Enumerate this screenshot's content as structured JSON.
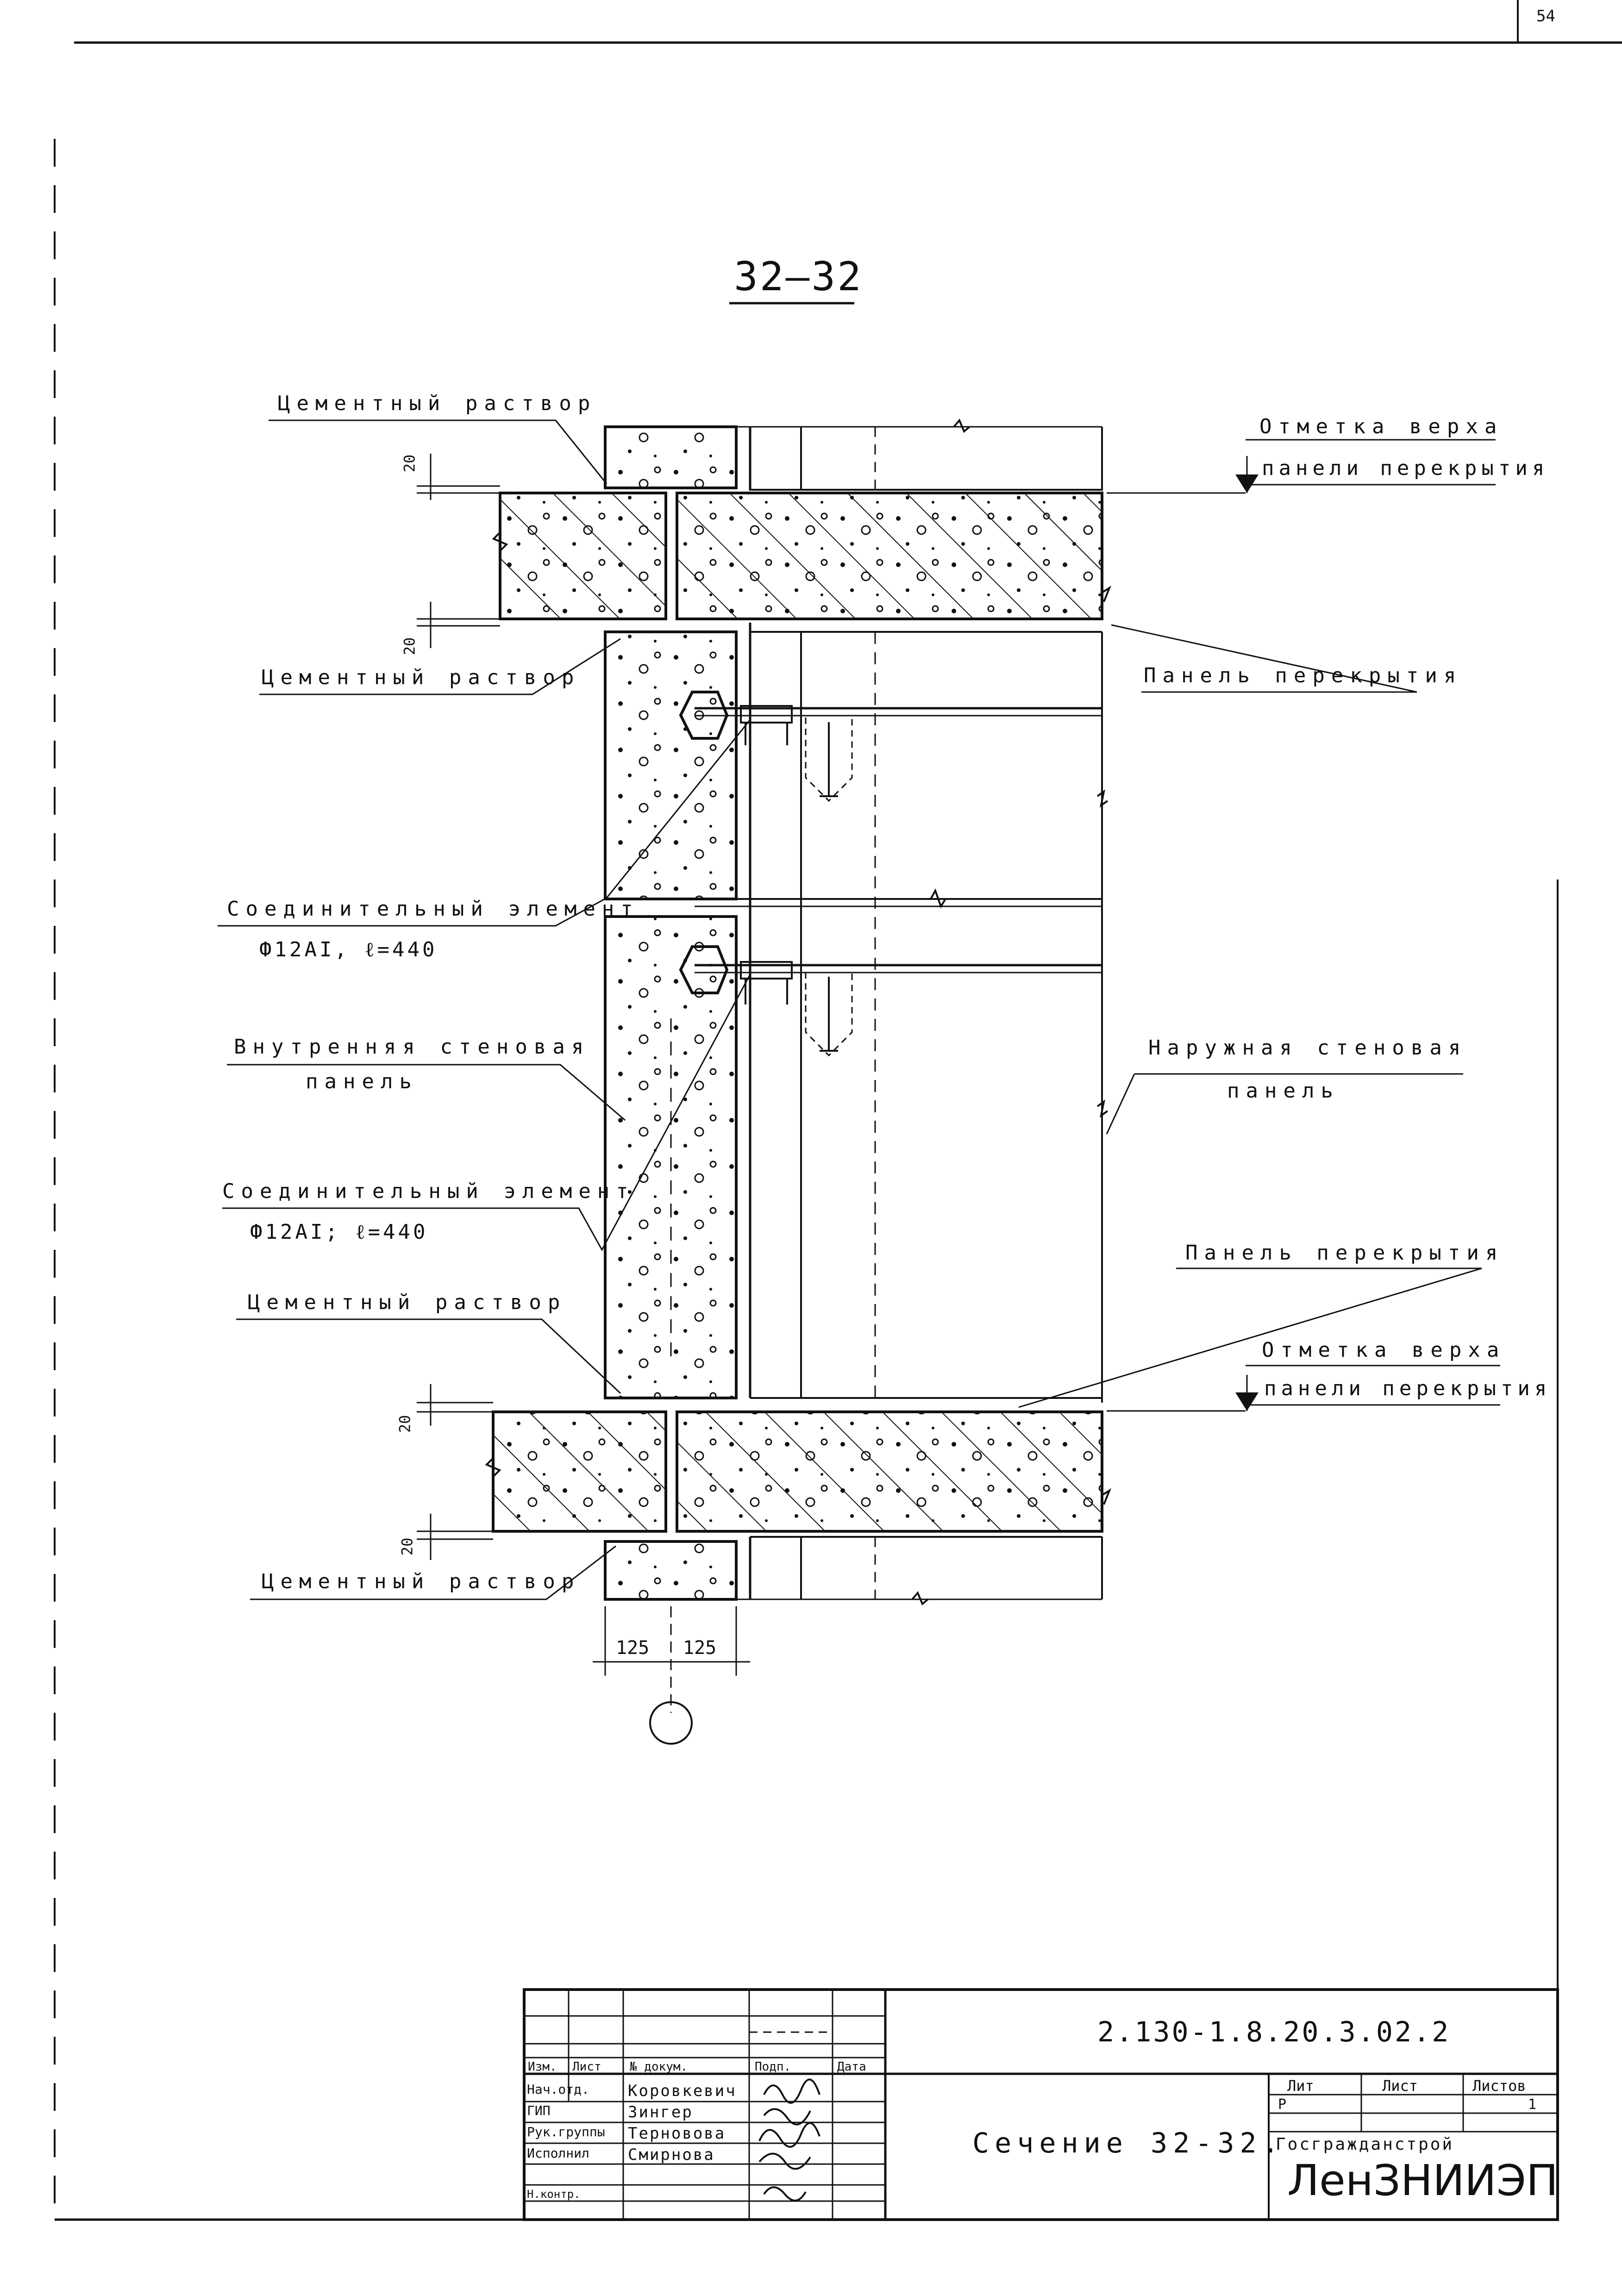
{
  "page_number": "54",
  "section_title": "32–32",
  "labels": {
    "cement_1": "Цементный раствор",
    "cement_2": "Цементный раствор",
    "cement_3": "Цементный раствор",
    "cement_4": "Цементный раствор",
    "connector_1": "Соединительный элемент",
    "connector_1_spec": "Ф12АI, ℓ=440",
    "connector_2": "Соединительный элемент",
    "connector_2_spec": "Ф12АI; ℓ=440",
    "inner_panel_1": "Внутренняя стеновая",
    "inner_panel_2": "панель",
    "outer_panel_1": "Наружная стеновая",
    "outer_panel_2": "панель",
    "floor_panel_1": "Панель перекрытия",
    "floor_panel_2": "Панель перекрытия",
    "elev_top_1": "Отметка верха",
    "elev_bot_1": "панели перекрытия",
    "elev_top_2": "Отметка верха",
    "elev_bot_2": "панели перекрытия"
  },
  "dimensions": {
    "dim_20_a": "20",
    "dim_20_b": "20",
    "dim_20_c": "20",
    "dim_20_d": "20",
    "dim_125_left": "125",
    "dim_125_right": "125"
  },
  "title_block": {
    "document_code": "2.130-1.8.20.3.02.2",
    "sheet_title": "Сечение 32-32.",
    "stage_header": "Лит",
    "sheet_header": "Лист",
    "sheets_header": "Листов",
    "stage": "Р",
    "sheets_total": "1",
    "org_top": "Госгражданстрой",
    "org_name": "ЛенЗНИИЭП",
    "col_izm": "Изм.",
    "col_list": "Лист",
    "col_doc": "№ докум.",
    "col_sign": "Подп.",
    "col_date": "Дата",
    "roles": [
      "Нач.отд.",
      "ГИП",
      "Рук.группы",
      "Исполнил",
      "Н.контр."
    ],
    "names": [
      "Коровкевич",
      "Зингер",
      "Терновова",
      "Смирнова",
      ""
    ]
  }
}
